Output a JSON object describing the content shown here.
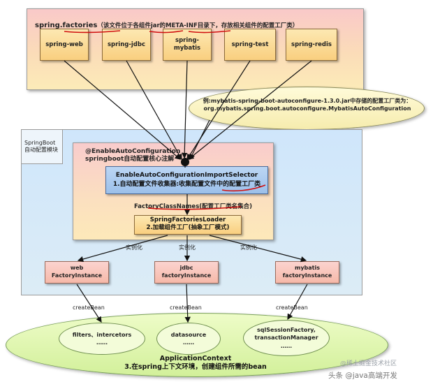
{
  "factories": {
    "title_main": "spring.factories",
    "title_rest": "（该文件位于各组件jar的META-INF目录下，存放相关组件的配置工厂类）",
    "modules": [
      {
        "label": "spring-web"
      },
      {
        "label": "spring-jdbc"
      },
      {
        "label": "spring-\nmybatis"
      },
      {
        "label": "spring-test"
      },
      {
        "label": "spring-redis"
      }
    ]
  },
  "callout": {
    "line1": "例:mybatis-spring-boot-autoconfigure-1.3.0.jar中存储的配置工厂类为：",
    "line2": "org.mybatis.spring.boot.autoconfigure.MybatisAutoConfiguration"
  },
  "springboot": {
    "tag_line1": "SpringBoot",
    "tag_line2": "自动配置模块",
    "annotation": "@EnableAutoConfiguration",
    "annotation_desc": "springboot自动配置核心注解",
    "selector_name": "EnableAutoConfigurationImportSelector",
    "selector_desc": "1.自动配置文件收集器:收集配置文件中的配置工厂类",
    "classnames": "FactoryClassNames(配置工厂类名集合)",
    "loader_name": "SpringFactoriesLoader",
    "loader_desc": "2.加载组件工厂(抽象工厂模式)",
    "instantiate_label": "实例化",
    "factories": [
      {
        "line1": "web",
        "line2": "FactoryInstance"
      },
      {
        "line1": "jdbc",
        "line2": "factoryInstance"
      },
      {
        "line1": "mybatis",
        "line2": "factoryInstance"
      }
    ]
  },
  "create_bean_label": "createBean",
  "app_context": {
    "beans": [
      {
        "line1": "filters、intercetors",
        "line2": "……"
      },
      {
        "line1": "datasource",
        "line2": "……"
      },
      {
        "line1": "sqlSessionFactory,",
        "line2": "transactionManager",
        "line3": "……"
      }
    ],
    "title": "ApplicationContext",
    "subtitle": "3.在spring上下文环境，创建组件所需的bean"
  },
  "watermark": {
    "site": "@稀土掘金技术社区",
    "author": "头条 @java高端开发"
  }
}
